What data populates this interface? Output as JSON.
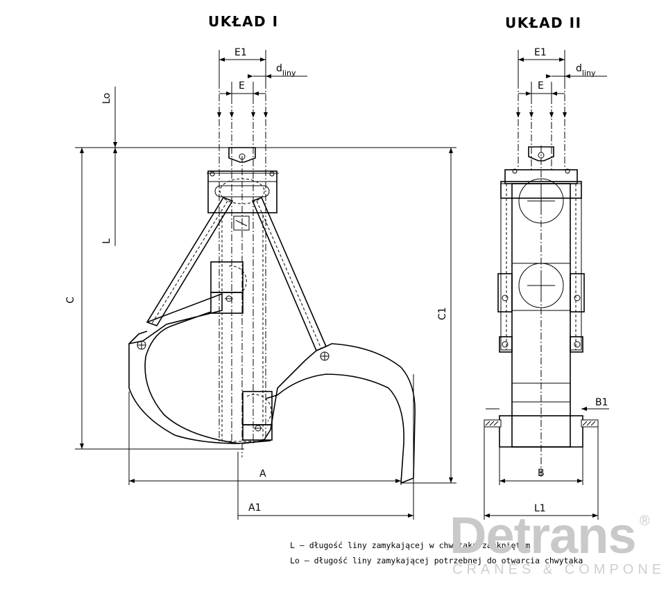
{
  "titles": {
    "left": "UKŁAD I",
    "right": "UKŁAD II"
  },
  "dimensions_left": {
    "E1": "E1",
    "E": "E",
    "d_main": "d",
    "d_sub": "liny",
    "Lo": "Lo",
    "L": "L",
    "C": "C",
    "C1": "C1",
    "A": "A",
    "A1": "A1"
  },
  "dimensions_right": {
    "E1": "E1",
    "E": "E",
    "d_main": "d",
    "d_sub": "liny",
    "B1": "B1",
    "B": "B",
    "L1": "L1"
  },
  "notes": {
    "line1": "L – długość liny zamykającej w chwytaku zamkniętym",
    "line2": "Lo – długość liny zamykającej potrzebnej do otwarcia chwytaka"
  },
  "logo": {
    "name": "Detrans",
    "registered": "®",
    "tagline": "CRANES & COMPONENTS"
  }
}
